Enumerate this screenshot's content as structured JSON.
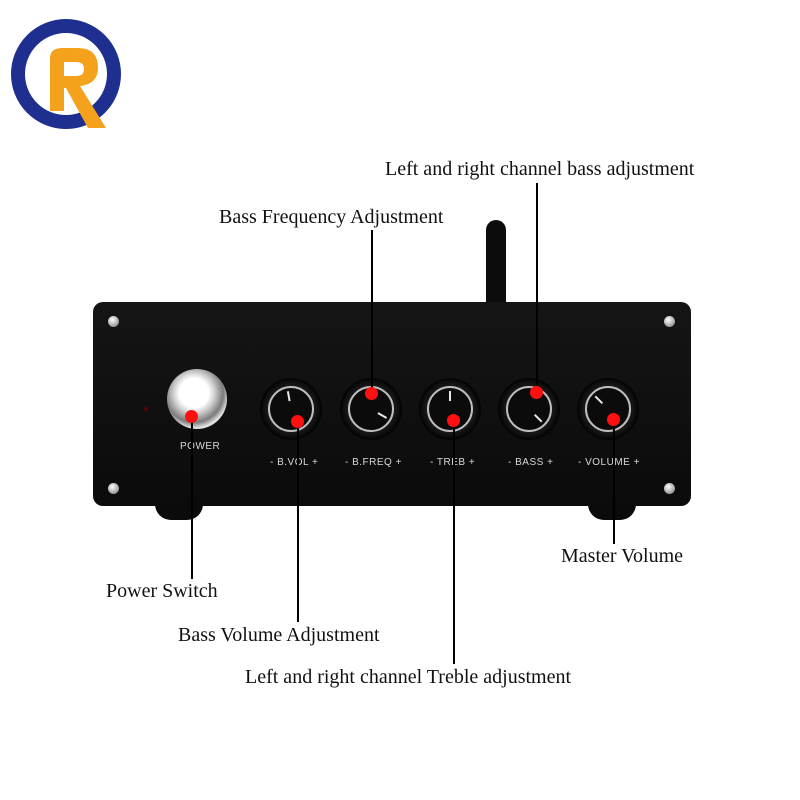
{
  "brand": {
    "logo_letter": "R",
    "colors": {
      "navy": "#1f2f8f",
      "orange": "#f4a21c"
    }
  },
  "device": {
    "color": "#0e0e0e",
    "power_label": "POWER",
    "knob_labels": [
      "- B.VOL +",
      "- B.FREQ +",
      "- TREB +",
      "- BASS +",
      "- VOLUME +"
    ]
  },
  "callouts": {
    "bass_channel": "Left and right channel bass adjustment",
    "bass_frequency": "Bass Frequency Adjustment",
    "master_volume": "Master Volume",
    "power_switch": "Power Switch",
    "bass_volume": "Bass Volume Adjustment",
    "treble_channel": "Left and right channel Treble adjustment"
  },
  "marker_color": "#ff1010"
}
